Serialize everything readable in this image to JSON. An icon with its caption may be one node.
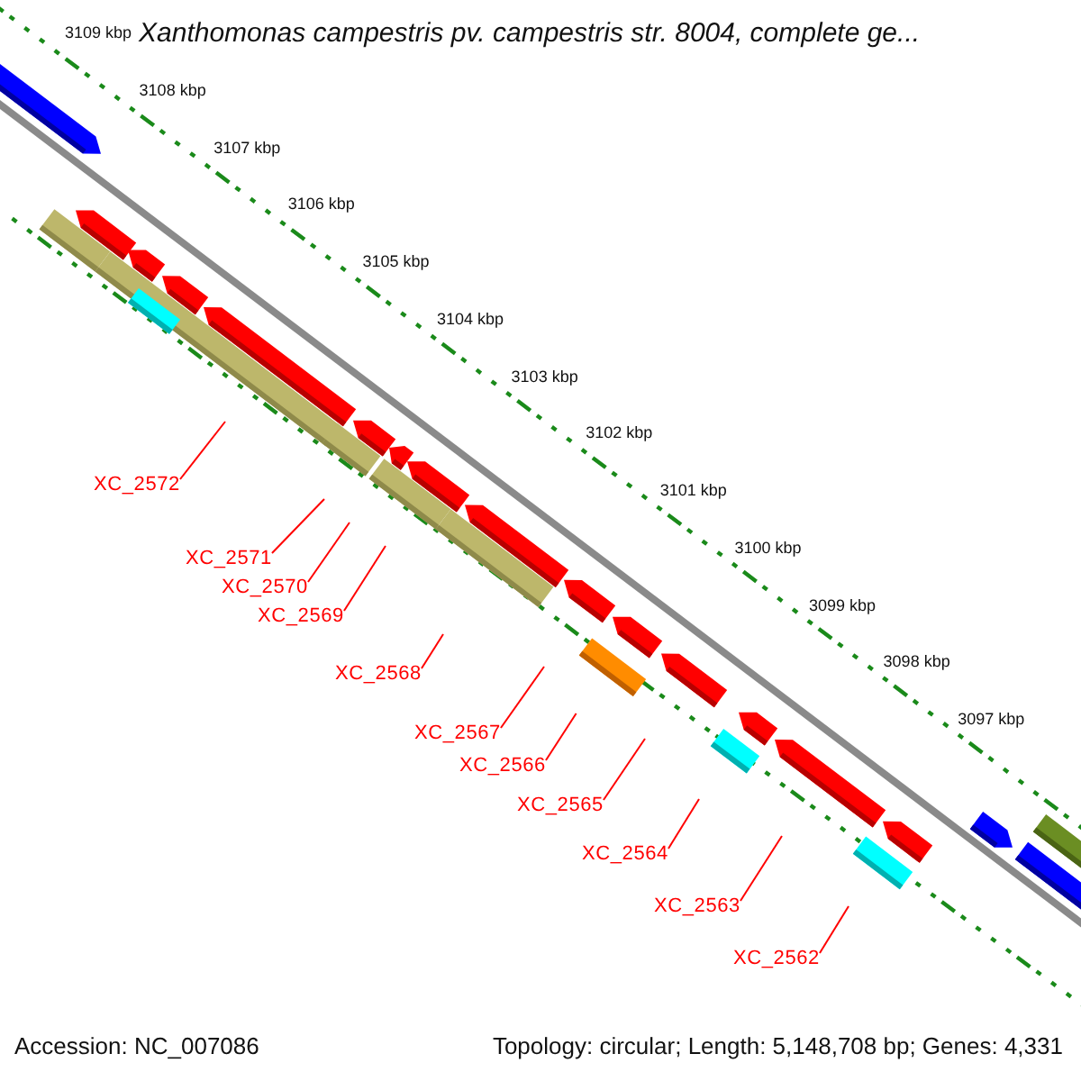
{
  "diagram": {
    "title": "Xanthomonas campestris pv. campestris str. 8004, complete ge...",
    "nodes": [
      {
        "text": [
          "XC_2572"
        ]
      },
      {
        "text": [
          "XC_2571"
        ]
      },
      {
        "text": [
          "XC_2570"
        ]
      },
      {
        "text": [
          "XC_2569"
        ]
      },
      {
        "text": [
          "XC_2568"
        ]
      },
      {
        "text": [
          "XC_2567"
        ]
      },
      {
        "text": [
          "XC_2566"
        ]
      },
      {
        "text": [
          "XC_2565"
        ]
      },
      {
        "text": [
          "XC_2564"
        ]
      },
      {
        "text": [
          "XC_2563"
        ]
      },
      {
        "text": [
          "XC_2562"
        ]
      }
    ],
    "edges": [
      {
        "from": 0,
        "to": null,
        "arrow": "none"
      },
      {
        "from": 1,
        "to": null,
        "arrow": "none"
      },
      {
        "from": 2,
        "to": null,
        "arrow": "none"
      },
      {
        "from": 3,
        "to": null,
        "arrow": "none"
      },
      {
        "from": 4,
        "to": null,
        "arrow": "none"
      },
      {
        "from": 5,
        "to": null,
        "arrow": "none"
      },
      {
        "from": 6,
        "to": null,
        "arrow": "none"
      },
      {
        "from": 7,
        "to": null,
        "arrow": "none"
      },
      {
        "from": 8,
        "to": null,
        "arrow": "none"
      },
      {
        "from": 9,
        "to": null,
        "arrow": "none"
      },
      {
        "from": 10,
        "to": null,
        "arrow": "none"
      }
    ],
    "labels": [
      "3109 kbp",
      "3108 kbp",
      "3107 kbp",
      "3106 kbp",
      "3105 kbp",
      "3104 kbp",
      "3103 kbp",
      "3102 kbp",
      "3101 kbp",
      "3100 kbp",
      "3099 kbp",
      "3098 kbp",
      "3097 kbp",
      "Accession: NC_007086",
      "Topology: circular; Length: 5,148,708 bp; Genes: 4,331"
    ]
  }
}
